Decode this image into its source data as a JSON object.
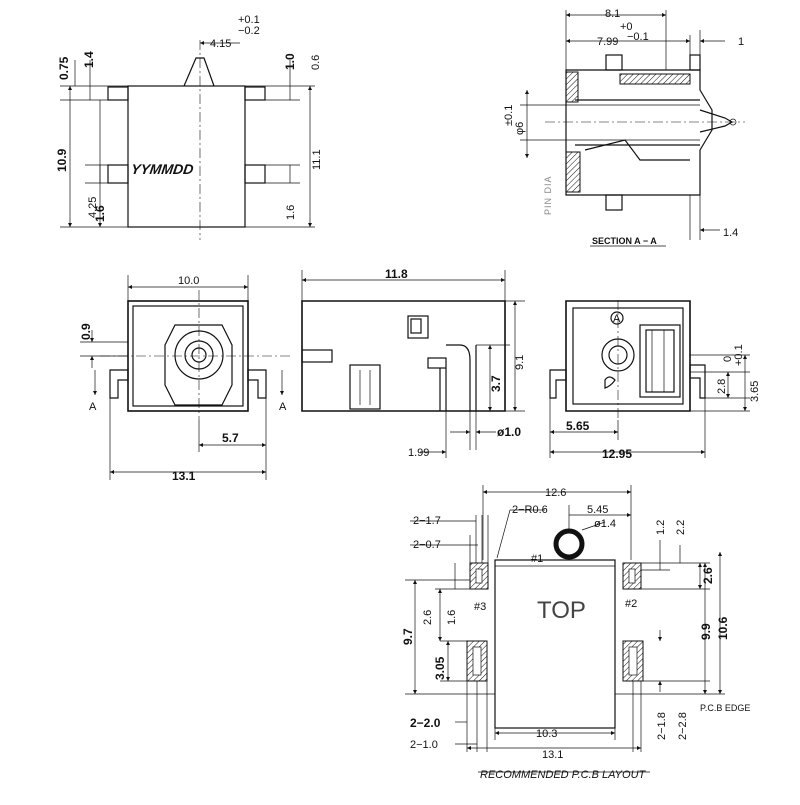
{
  "top_view": {
    "tol_plus": "+0.1",
    "tol_minus": "−0.2",
    "d_415": "4.15",
    "d_075": "0.75",
    "d_14": "1.4",
    "d_109": "10.9",
    "d_425": "4.25",
    "d_16l": "1.6",
    "d_10": "1.0",
    "d_06": "0.6",
    "d_111": "11.1",
    "d_16r": "1.6",
    "marking": "YYMMDD"
  },
  "section_view": {
    "d_81": "8.1",
    "d_799": "7.99",
    "tol_p0": "+0",
    "tol_m01": "−0.1",
    "d_1": "1",
    "tol_pm01": "±0.1",
    "d_phi6": "φ6",
    "pin_dia": "PIN DIA",
    "d_14": "1.4",
    "title": "SECTION A − A"
  },
  "front_view": {
    "d_100": "10.0",
    "d_09": "0.9",
    "label_a_left": "A",
    "label_a_right": "A",
    "d_57": "5.7",
    "d_131": "13.1"
  },
  "side_view": {
    "d_118": "11.8",
    "d_91": "9.1",
    "d_37": "3.7",
    "d_phi1": "ø1.0",
    "d_199": "1.99"
  },
  "rear_view": {
    "circle_label": "A",
    "tol_p01": "+0.1",
    "tol_0": "0",
    "d_28": "2.8",
    "d_365": "3.65",
    "d_565": "5.65",
    "d_1295": "12.95"
  },
  "pcb_layout": {
    "d_126": "12.6",
    "d_2r06": "2−R0.6",
    "d_545": "5.45",
    "d_phi14": "ø1.4",
    "d_12": "1.2",
    "d_22": "2.2",
    "d_2_17": "2−1.7",
    "d_2_07": "2−0.7",
    "pin1": "#1",
    "pin2": "#2",
    "pin3": "#3",
    "top": "TOP",
    "d_26l": "2.6",
    "d_16": "1.6",
    "d_97": "9.7",
    "d_305": "3.05",
    "d_26r": "2.6",
    "d_99": "9.9",
    "d_106": "10.6",
    "d_2_20": "2−2.0",
    "d_2_10": "2−1.0",
    "d_103": "10.3",
    "d_131": "13.1",
    "d_2_18": "2−1.8",
    "d_2_28": "2−2.8",
    "pcb_edge": "P.C.B  EDGE",
    "title": "RECOMMENDED  P.C.B  LAYOUT"
  }
}
